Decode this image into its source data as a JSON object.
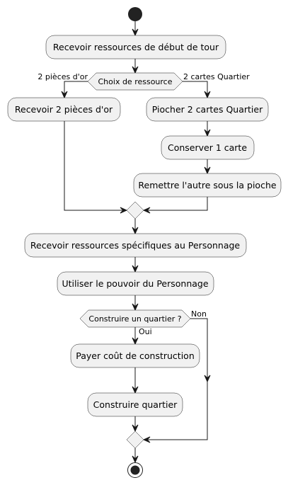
{
  "nodes": {
    "start_tour": "Recevoir ressources de début de tour",
    "choice": "Choix de ressource",
    "gold": "Recevoir 2 pièces d'or",
    "draw": "Piocher 2 cartes Quartier",
    "keep": "Conserver 1 carte",
    "return": "Remettre l'autre sous la pioche",
    "specific": "Recevoir ressources spécifiques au Personnage",
    "power": "Utiliser le pouvoir du Personnage",
    "build_q": "Construire un quartier ?",
    "pay": "Payer coût de construction",
    "build": "Construire quartier"
  },
  "labels": {
    "gold_branch": "2 pièces d'or",
    "cards_branch": "2 cartes Quartier",
    "yes": "Oui",
    "no": "Non"
  },
  "colors": {
    "node_fill": "#f1f1f1",
    "stroke": "#181818"
  }
}
